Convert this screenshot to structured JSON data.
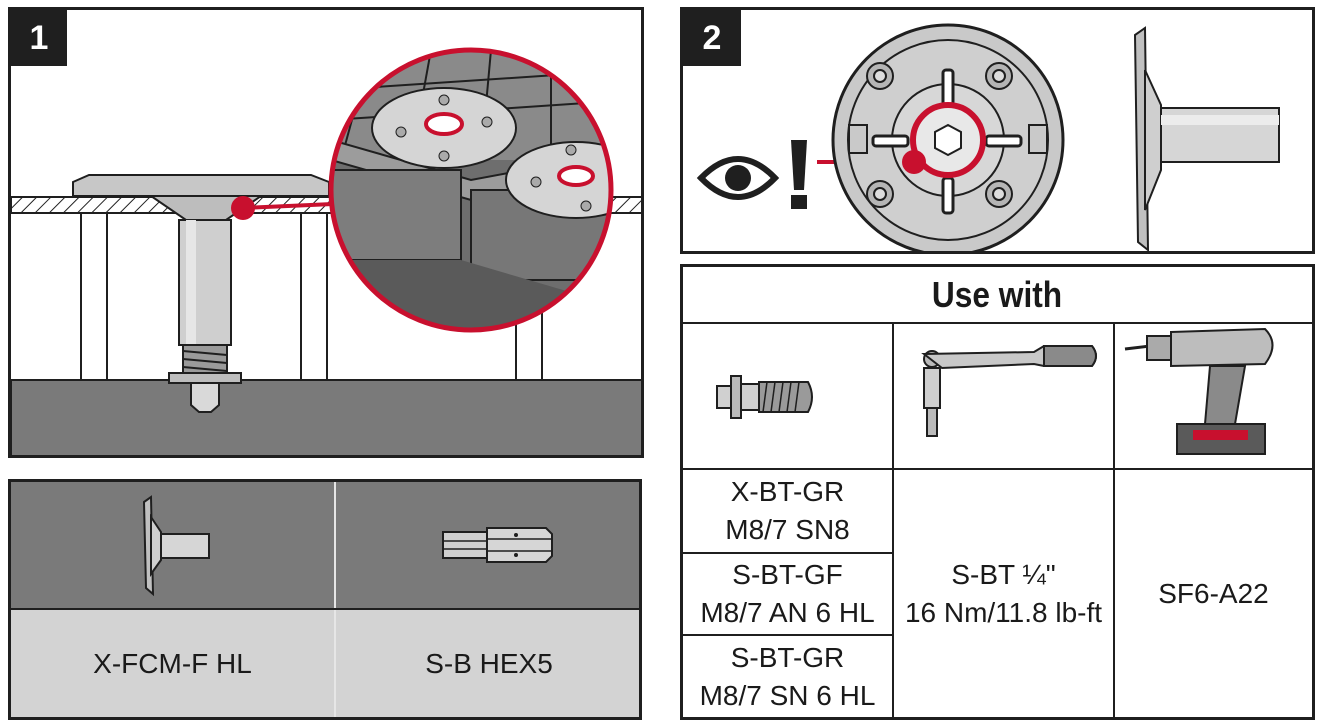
{
  "step1": {
    "number": "1"
  },
  "step2": {
    "number": "2"
  },
  "tools_table": {
    "items": [
      {
        "label": "X-FCM-F HL"
      },
      {
        "label": "S-B HEX5"
      }
    ]
  },
  "use_with": {
    "title": "Use with",
    "fasteners": [
      {
        "line1": "X-BT-GR",
        "line2": "M8/7 SN8"
      },
      {
        "line1": "S-BT-GF",
        "line2": "M8/7 AN 6 HL"
      },
      {
        "line1": "S-BT-GR",
        "line2": "M8/7 SN 6 HL"
      }
    ],
    "bit": {
      "line1": "S-BT ¼\"",
      "line2": "16 Nm/11.8 lb-ft"
    },
    "tool": {
      "label": "SF6-A22"
    }
  },
  "colors": {
    "accent": "#c8102e",
    "dark": "#1f1f1f",
    "grating": "#6e6e6e",
    "cell_gray": "#d3d3d3",
    "ground": "#7a7a7a"
  },
  "icons": [
    "eye-icon",
    "exclamation-icon",
    "disc-top-view-icon",
    "disc-side-view-icon",
    "threaded-stud-icon",
    "angle-screwdriver-icon",
    "cordless-drill-icon",
    "hex-bit-icon",
    "fixing-disc-icon"
  ]
}
